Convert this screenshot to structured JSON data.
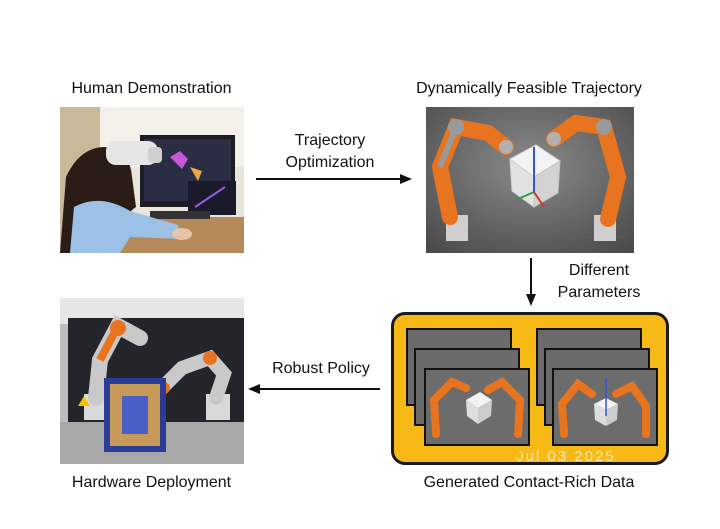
{
  "labels": {
    "human_demonstration": "Human Demonstration",
    "dynamically_feasible_trajectory": "Dynamically Feasible Trajectory",
    "hardware_deployment": "Hardware Deployment",
    "generated_contact_rich_data": "Generated Contact-Rich Data"
  },
  "arrows": {
    "trajectory_optimization": [
      "Trajectory",
      "Optimization"
    ],
    "different_parameters": [
      "Different",
      "Parameters"
    ],
    "robust_policy": "Robust Policy"
  },
  "watermark": "Jul 03 2025",
  "colors": {
    "robot_orange": "#e8741f",
    "robot_gray": "#9a9a9a",
    "yellow_box": "#f6b916",
    "sim_background": "#6c6c6c"
  }
}
